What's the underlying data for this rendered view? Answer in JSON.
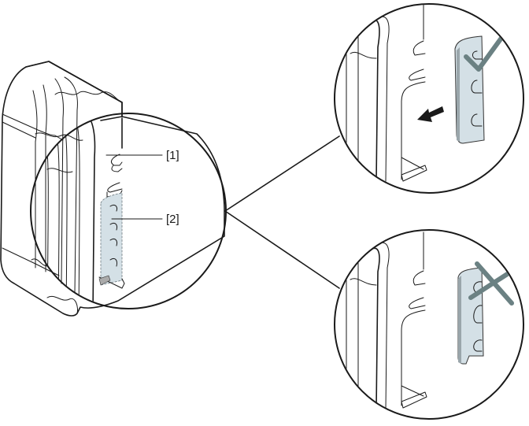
{
  "figure": {
    "type": "installation-instruction-illustration",
    "subject": "Sliding a cover plate onto a housing mounting rail",
    "callouts": [
      {
        "id": "1",
        "label": "[1]",
        "target": "mounting-slot"
      },
      {
        "id": "2",
        "label": "[2]",
        "target": "cover-plate"
      }
    ],
    "details": [
      {
        "name": "correct-orientation",
        "verdict": "correct",
        "symbol": "check-mark",
        "note": "Plate inserted in direction of arrow"
      },
      {
        "name": "incorrect-orientation",
        "verdict": "incorrect",
        "symbol": "cross-mark",
        "note": "Plate in wrong orientation"
      }
    ],
    "colors": {
      "line": "#1a1a1a",
      "plate_fill": "#d4e0e6",
      "plate_edge": "#a9b6bc",
      "mark": "#6b8183",
      "background": "#ffffff"
    }
  }
}
